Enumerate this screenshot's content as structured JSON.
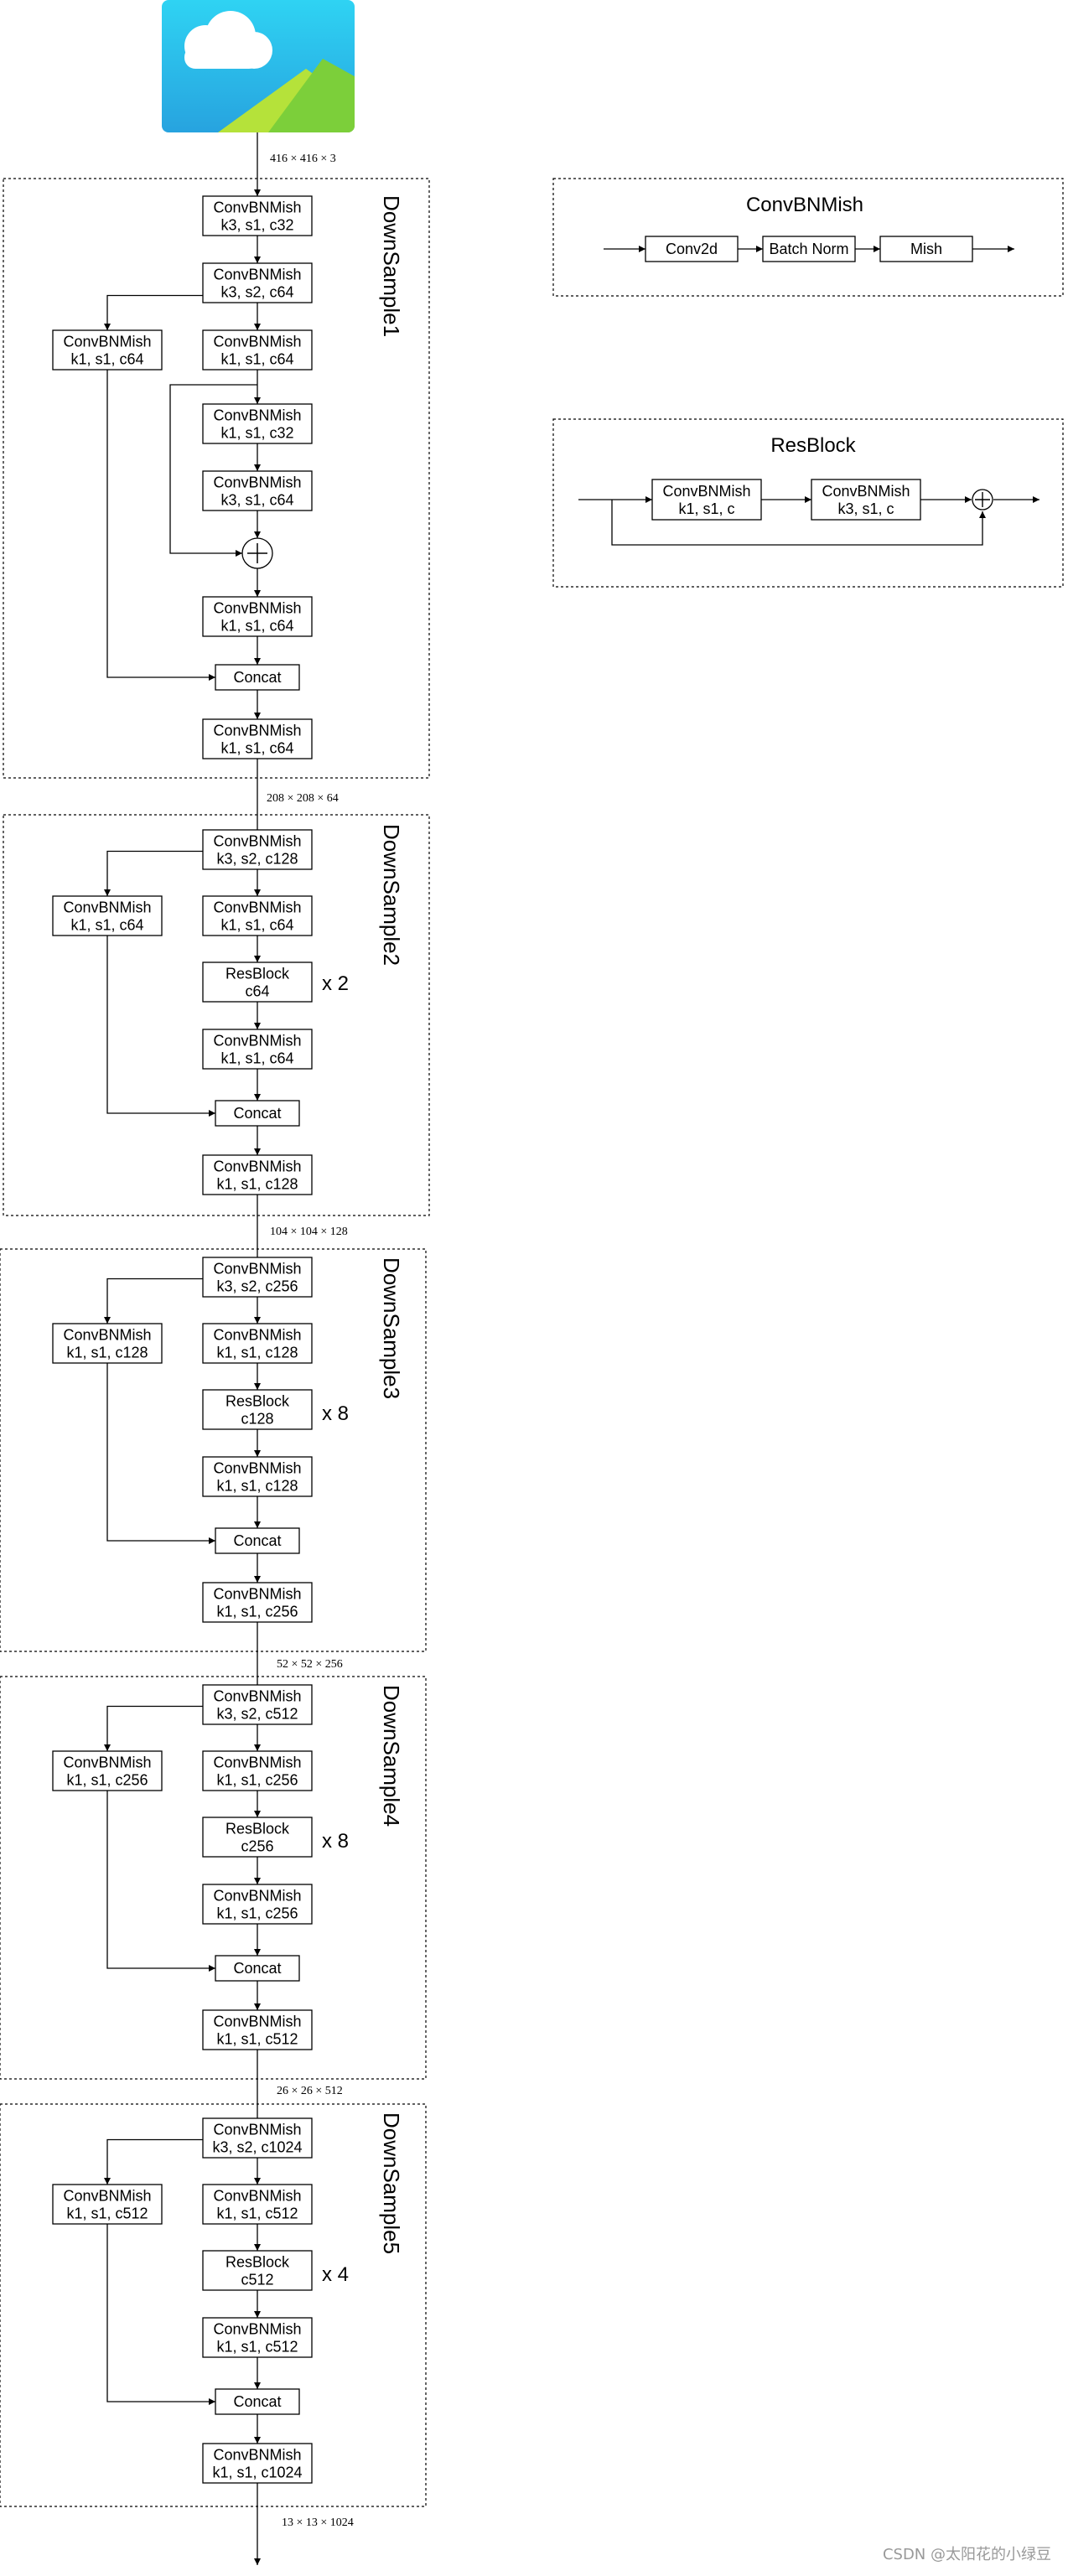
{
  "shapes": {
    "input": "416 × 416 × 3",
    "ds1_out": "208 × 208 × 64",
    "ds2_out": "104 × 104 × 128",
    "ds3_out": "52 × 52 × 256",
    "ds4_out": "26 × 26 × 512",
    "ds5_out": "13 × 13 × 1024"
  },
  "ds1": {
    "title": "DownSample1",
    "b1": [
      "ConvBNMish",
      "k3, s1, c32"
    ],
    "b2": [
      "ConvBNMish",
      "k3, s2, c64"
    ],
    "side": [
      "ConvBNMish",
      "k1, s1, c64"
    ],
    "b3": [
      "ConvBNMish",
      "k1, s1, c64"
    ],
    "b4": [
      "ConvBNMish",
      "k1, s1, c32"
    ],
    "b5": [
      "ConvBNMish",
      "k3, s1, c64"
    ],
    "b6": [
      "ConvBNMish",
      "k1, s1, c64"
    ],
    "concat": "Concat",
    "b7": [
      "ConvBNMish",
      "k1, s1, c64"
    ]
  },
  "stages": [
    {
      "title": "DownSample2",
      "top": [
        "ConvBNMish",
        "k3, s2, c128"
      ],
      "side": [
        "ConvBNMish",
        "k1, s1, c64"
      ],
      "m1": [
        "ConvBNMish",
        "k1, s1, c64"
      ],
      "res": [
        "ResBlock",
        "c64"
      ],
      "rep": "x 2",
      "m2": [
        "ConvBNMish",
        "k1, s1, c64"
      ],
      "concat": "Concat",
      "out": [
        "ConvBNMish",
        "k1, s1, c128"
      ]
    },
    {
      "title": "DownSample3",
      "top": [
        "ConvBNMish",
        "k3, s2, c256"
      ],
      "side": [
        "ConvBNMish",
        "k1, s1, c128"
      ],
      "m1": [
        "ConvBNMish",
        "k1, s1, c128"
      ],
      "res": [
        "ResBlock",
        "c128"
      ],
      "rep": "x 8",
      "m2": [
        "ConvBNMish",
        "k1, s1, c128"
      ],
      "concat": "Concat",
      "out": [
        "ConvBNMish",
        "k1, s1, c256"
      ]
    },
    {
      "title": "DownSample4",
      "top": [
        "ConvBNMish",
        "k3, s2, c512"
      ],
      "side": [
        "ConvBNMish",
        "k1, s1, c256"
      ],
      "m1": [
        "ConvBNMish",
        "k1, s1, c256"
      ],
      "res": [
        "ResBlock",
        "c256"
      ],
      "rep": "x 8",
      "m2": [
        "ConvBNMish",
        "k1, s1, c256"
      ],
      "concat": "Concat",
      "out": [
        "ConvBNMish",
        "k1, s1, c512"
      ]
    },
    {
      "title": "DownSample5",
      "top": [
        "ConvBNMish",
        "k3, s2, c1024"
      ],
      "side": [
        "ConvBNMish",
        "k1, s1, c512"
      ],
      "m1": [
        "ConvBNMish",
        "k1, s1, c512"
      ],
      "res": [
        "ResBlock",
        "c512"
      ],
      "rep": "x 4",
      "m2": [
        "ConvBNMish",
        "k1, s1, c512"
      ],
      "concat": "Concat",
      "out": [
        "ConvBNMish",
        "k1, s1, c1024"
      ]
    }
  ],
  "legend_convbnmish": {
    "title": "ConvBNMish",
    "steps": [
      "Conv2d",
      "Batch Norm",
      "Mish"
    ]
  },
  "legend_resblock": {
    "title": "ResBlock",
    "b1": [
      "ConvBNMish",
      "k1, s1, c"
    ],
    "b2": [
      "ConvBNMish",
      "k3, s1, c"
    ]
  },
  "watermark": "CSDN @太阳花的小绿豆",
  "icons": {
    "input_image": "image-placeholder-icon",
    "add": "add-circle-icon"
  },
  "colors": {
    "sky_top": "#2fd3f3",
    "sky_bottom": "#27a3df",
    "hill_light": "#b5e23a",
    "hill_dark": "#7ccf3a",
    "cloud": "#ffffff"
  }
}
